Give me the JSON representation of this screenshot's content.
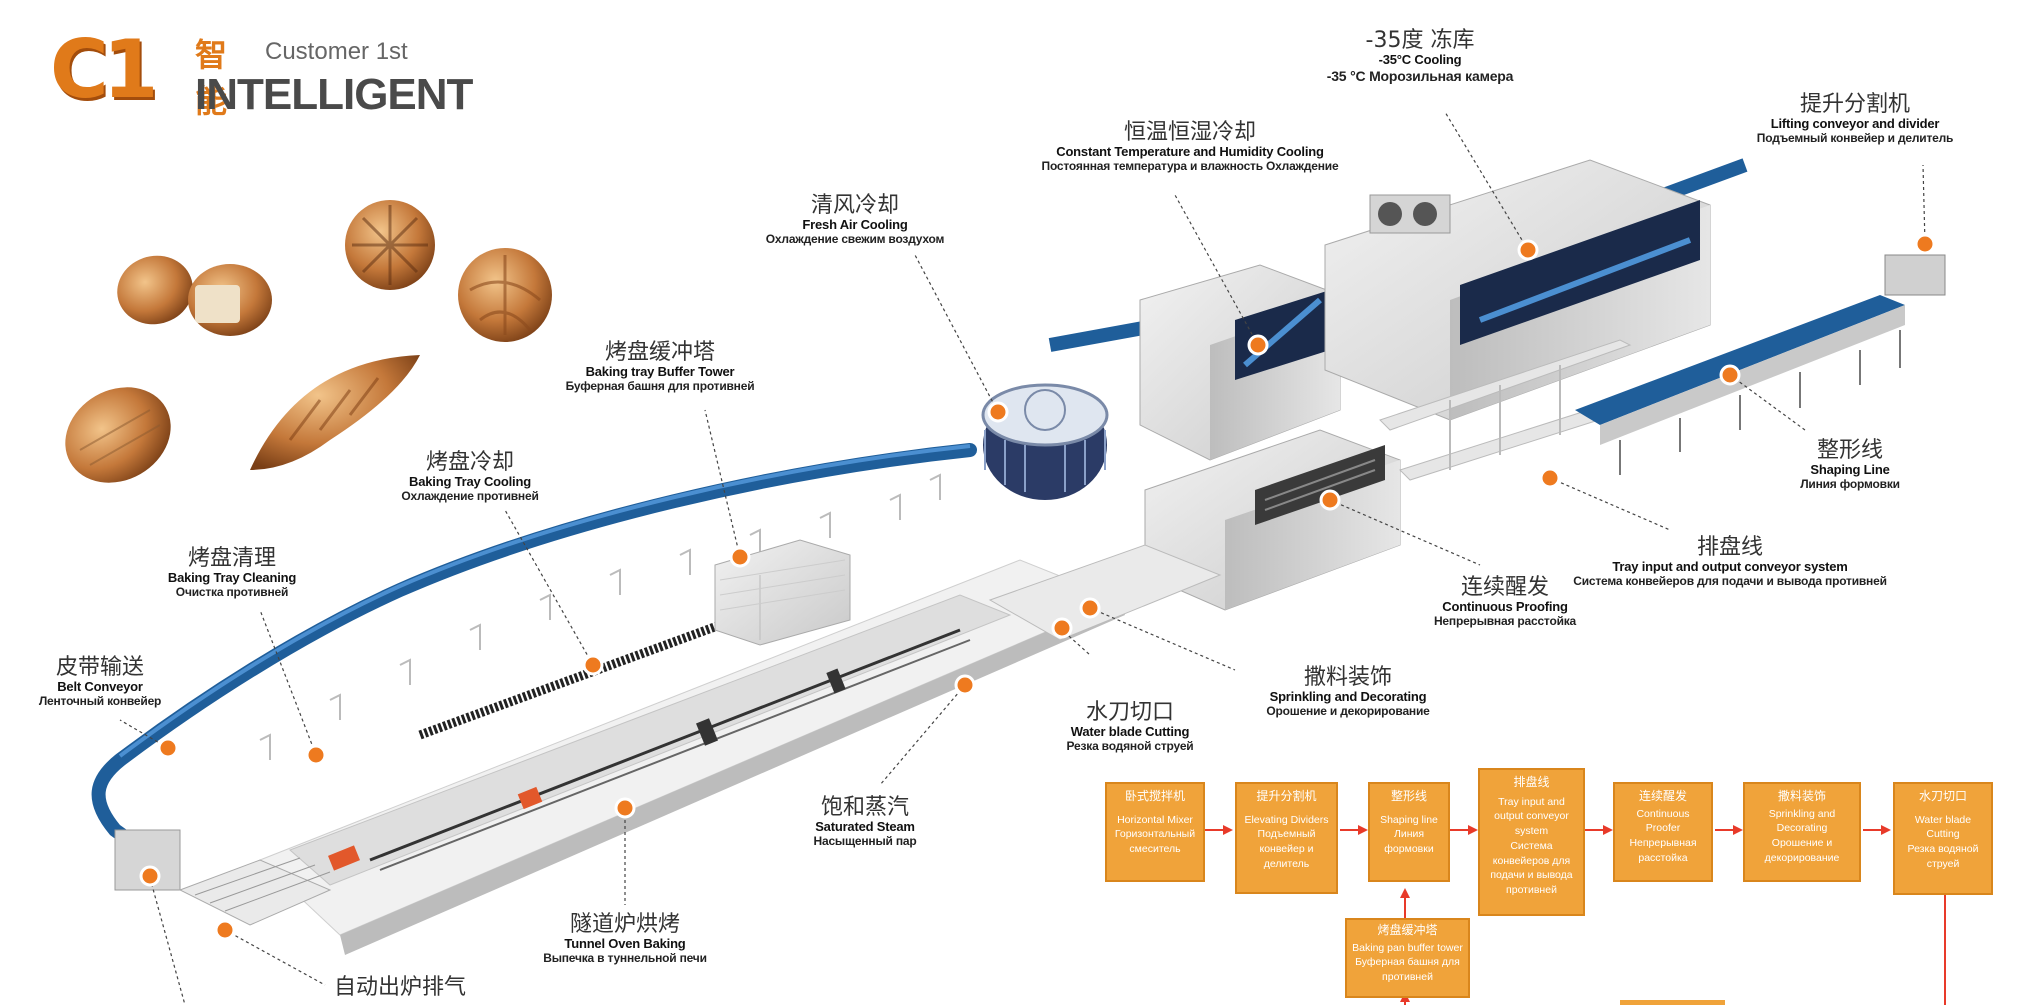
{
  "logo": {
    "mark": "C1",
    "zh": "智能",
    "tagline": "Customer 1st",
    "word": "INTELLIGENT"
  },
  "labels": [
    {
      "id": "freezer",
      "zh": "-35度 冻库",
      "en": "-35°C Cooling",
      "ru": "-35 °C Морозильная камера"
    },
    {
      "id": "lifting",
      "zh": "提升分割机",
      "en": "Lifting conveyor and divider",
      "ru": "Подъемный конвейер и делитель"
    },
    {
      "id": "constant-temp",
      "zh": "恒温恒湿冷却",
      "en": "Constant Temperature and Humidity Cooling",
      "ru": "Постоянная температура и влажность Охлаждение"
    },
    {
      "id": "fresh-air",
      "zh": "清风冷却",
      "en": "Fresh Air Cooling",
      "ru": "Охлаждение свежим воздухом"
    },
    {
      "id": "buffer-tower",
      "zh": "烤盘缓冲塔",
      "en": "Baking tray Buffer Tower",
      "ru": "Буферная башня для противней"
    },
    {
      "id": "tray-cooling",
      "zh": "烤盘冷却",
      "en": "Baking Tray Cooling",
      "ru": "Охлаждение противней"
    },
    {
      "id": "tray-cleaning",
      "zh": "烤盘清理",
      "en": "Baking Tray Cleaning",
      "ru": "Очистка противней"
    },
    {
      "id": "belt",
      "zh": "皮带输送",
      "en": "Belt Conveyor",
      "ru": "Ленточный конвейер"
    },
    {
      "id": "shaping",
      "zh": "整形线",
      "en": "Shaping Line",
      "ru": "Линия формовки"
    },
    {
      "id": "tray-io",
      "zh": "排盘线",
      "en": "Tray input and output conveyor system",
      "ru": "Система конвейеров для подачи и вывода противней"
    },
    {
      "id": "proofing",
      "zh": "连续醒发",
      "en": "Continuous Proofing",
      "ru": "Непрерывная расстойка"
    },
    {
      "id": "sprinkling",
      "zh": "撒料装饰",
      "en": "Sprinkling and Decorating",
      "ru": "Орошение и декорирование"
    },
    {
      "id": "water-blade",
      "zh": "水刀切口",
      "en": "Water blade Cutting",
      "ru": "Резка водяной струей"
    },
    {
      "id": "steam",
      "zh": "饱和蒸汽",
      "en": "Saturated Steam",
      "ru": "Насыщенный пар"
    },
    {
      "id": "tunnel-oven",
      "zh": "隧道炉烘烤",
      "en": "Tunnel Oven Baking",
      "ru": "Выпечка в туннельной печи"
    },
    {
      "id": "auto-exhaust",
      "zh": "自动出炉排气",
      "en": "",
      "ru": ""
    }
  ],
  "flow": [
    {
      "id": "mixer",
      "title": "卧式搅拌机",
      "lines": [
        "Horizontal Mixer",
        "Горизонтальный",
        "смеситель"
      ]
    },
    {
      "id": "dividers",
      "title": "提升分割机",
      "lines": [
        "Elevating Dividers",
        "Подъемный",
        "конвейер и",
        "делитель"
      ]
    },
    {
      "id": "shaping-box",
      "title": "整形线",
      "lines": [
        "Shaping line",
        "Линия",
        "формовки"
      ]
    },
    {
      "id": "tray-io-box",
      "title": "排盘线",
      "lines": [
        "Tray input and",
        "output conveyor",
        "system",
        "Система",
        "конвейеров для",
        "подачи и вывода",
        "противней"
      ]
    },
    {
      "id": "proofer-box",
      "title": "连续醒发",
      "lines": [
        "Continuous",
        "Proofer",
        "Непрерывная",
        "расстойка"
      ]
    },
    {
      "id": "sprinkle-box",
      "title": "撒料装饰",
      "lines": [
        "Sprinkling and",
        "Decorating",
        "Орошение и",
        "декорирование"
      ]
    },
    {
      "id": "water-box",
      "title": "水刀切口",
      "lines": [
        "Water blade",
        "Cutting",
        "Резка водяной",
        "струей"
      ]
    },
    {
      "id": "buffer-box",
      "title": "烤盘缓冲塔",
      "lines": [
        "Baking pan buffer tower",
        "Буферная башня для",
        "противней"
      ]
    }
  ],
  "colors": {
    "accent": "#f0a33a",
    "conveyor": "#2a6fb0",
    "marker": "#ee7a1f",
    "arrow": "#e83a2a"
  }
}
